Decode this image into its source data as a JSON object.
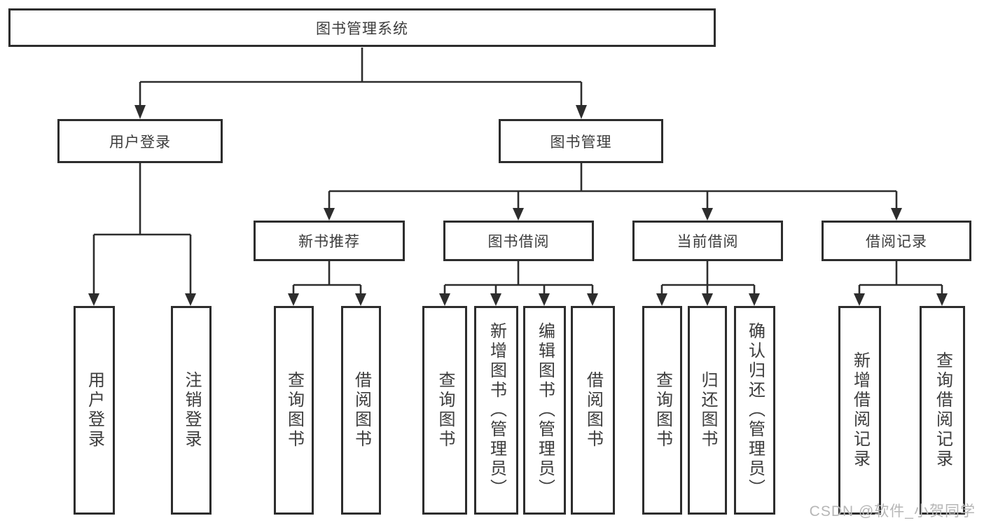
{
  "watermark": "CSDN @软件_小贺同学",
  "colors": {
    "line": "#2d2d2d",
    "box_border": "#2d2d2d",
    "text": "#3c3c3c",
    "watermark": "#b6b6b6",
    "background": "#ffffff"
  },
  "tree": {
    "label": "图书管理系统",
    "children": [
      {
        "label": "用户登录",
        "children": [
          {
            "label": "用户登录"
          },
          {
            "label": "注销登录"
          }
        ]
      },
      {
        "label": "图书管理",
        "children": [
          {
            "label": "新书推荐",
            "children": [
              {
                "label": "查询图书"
              },
              {
                "label": "借阅图书"
              }
            ]
          },
          {
            "label": "图书借阅",
            "children": [
              {
                "label": "查询图书"
              },
              {
                "label": "新增图书（管理员）"
              },
              {
                "label": "编辑图书（管理员）"
              },
              {
                "label": "借阅图书"
              }
            ]
          },
          {
            "label": "当前借阅",
            "children": [
              {
                "label": "查询图书"
              },
              {
                "label": "归还图书"
              },
              {
                "label": "确认归还（管理员）"
              }
            ]
          },
          {
            "label": "借阅记录",
            "children": [
              {
                "label": "新增借阅记录"
              },
              {
                "label": "查询借阅记录"
              }
            ]
          }
        ]
      }
    ]
  }
}
